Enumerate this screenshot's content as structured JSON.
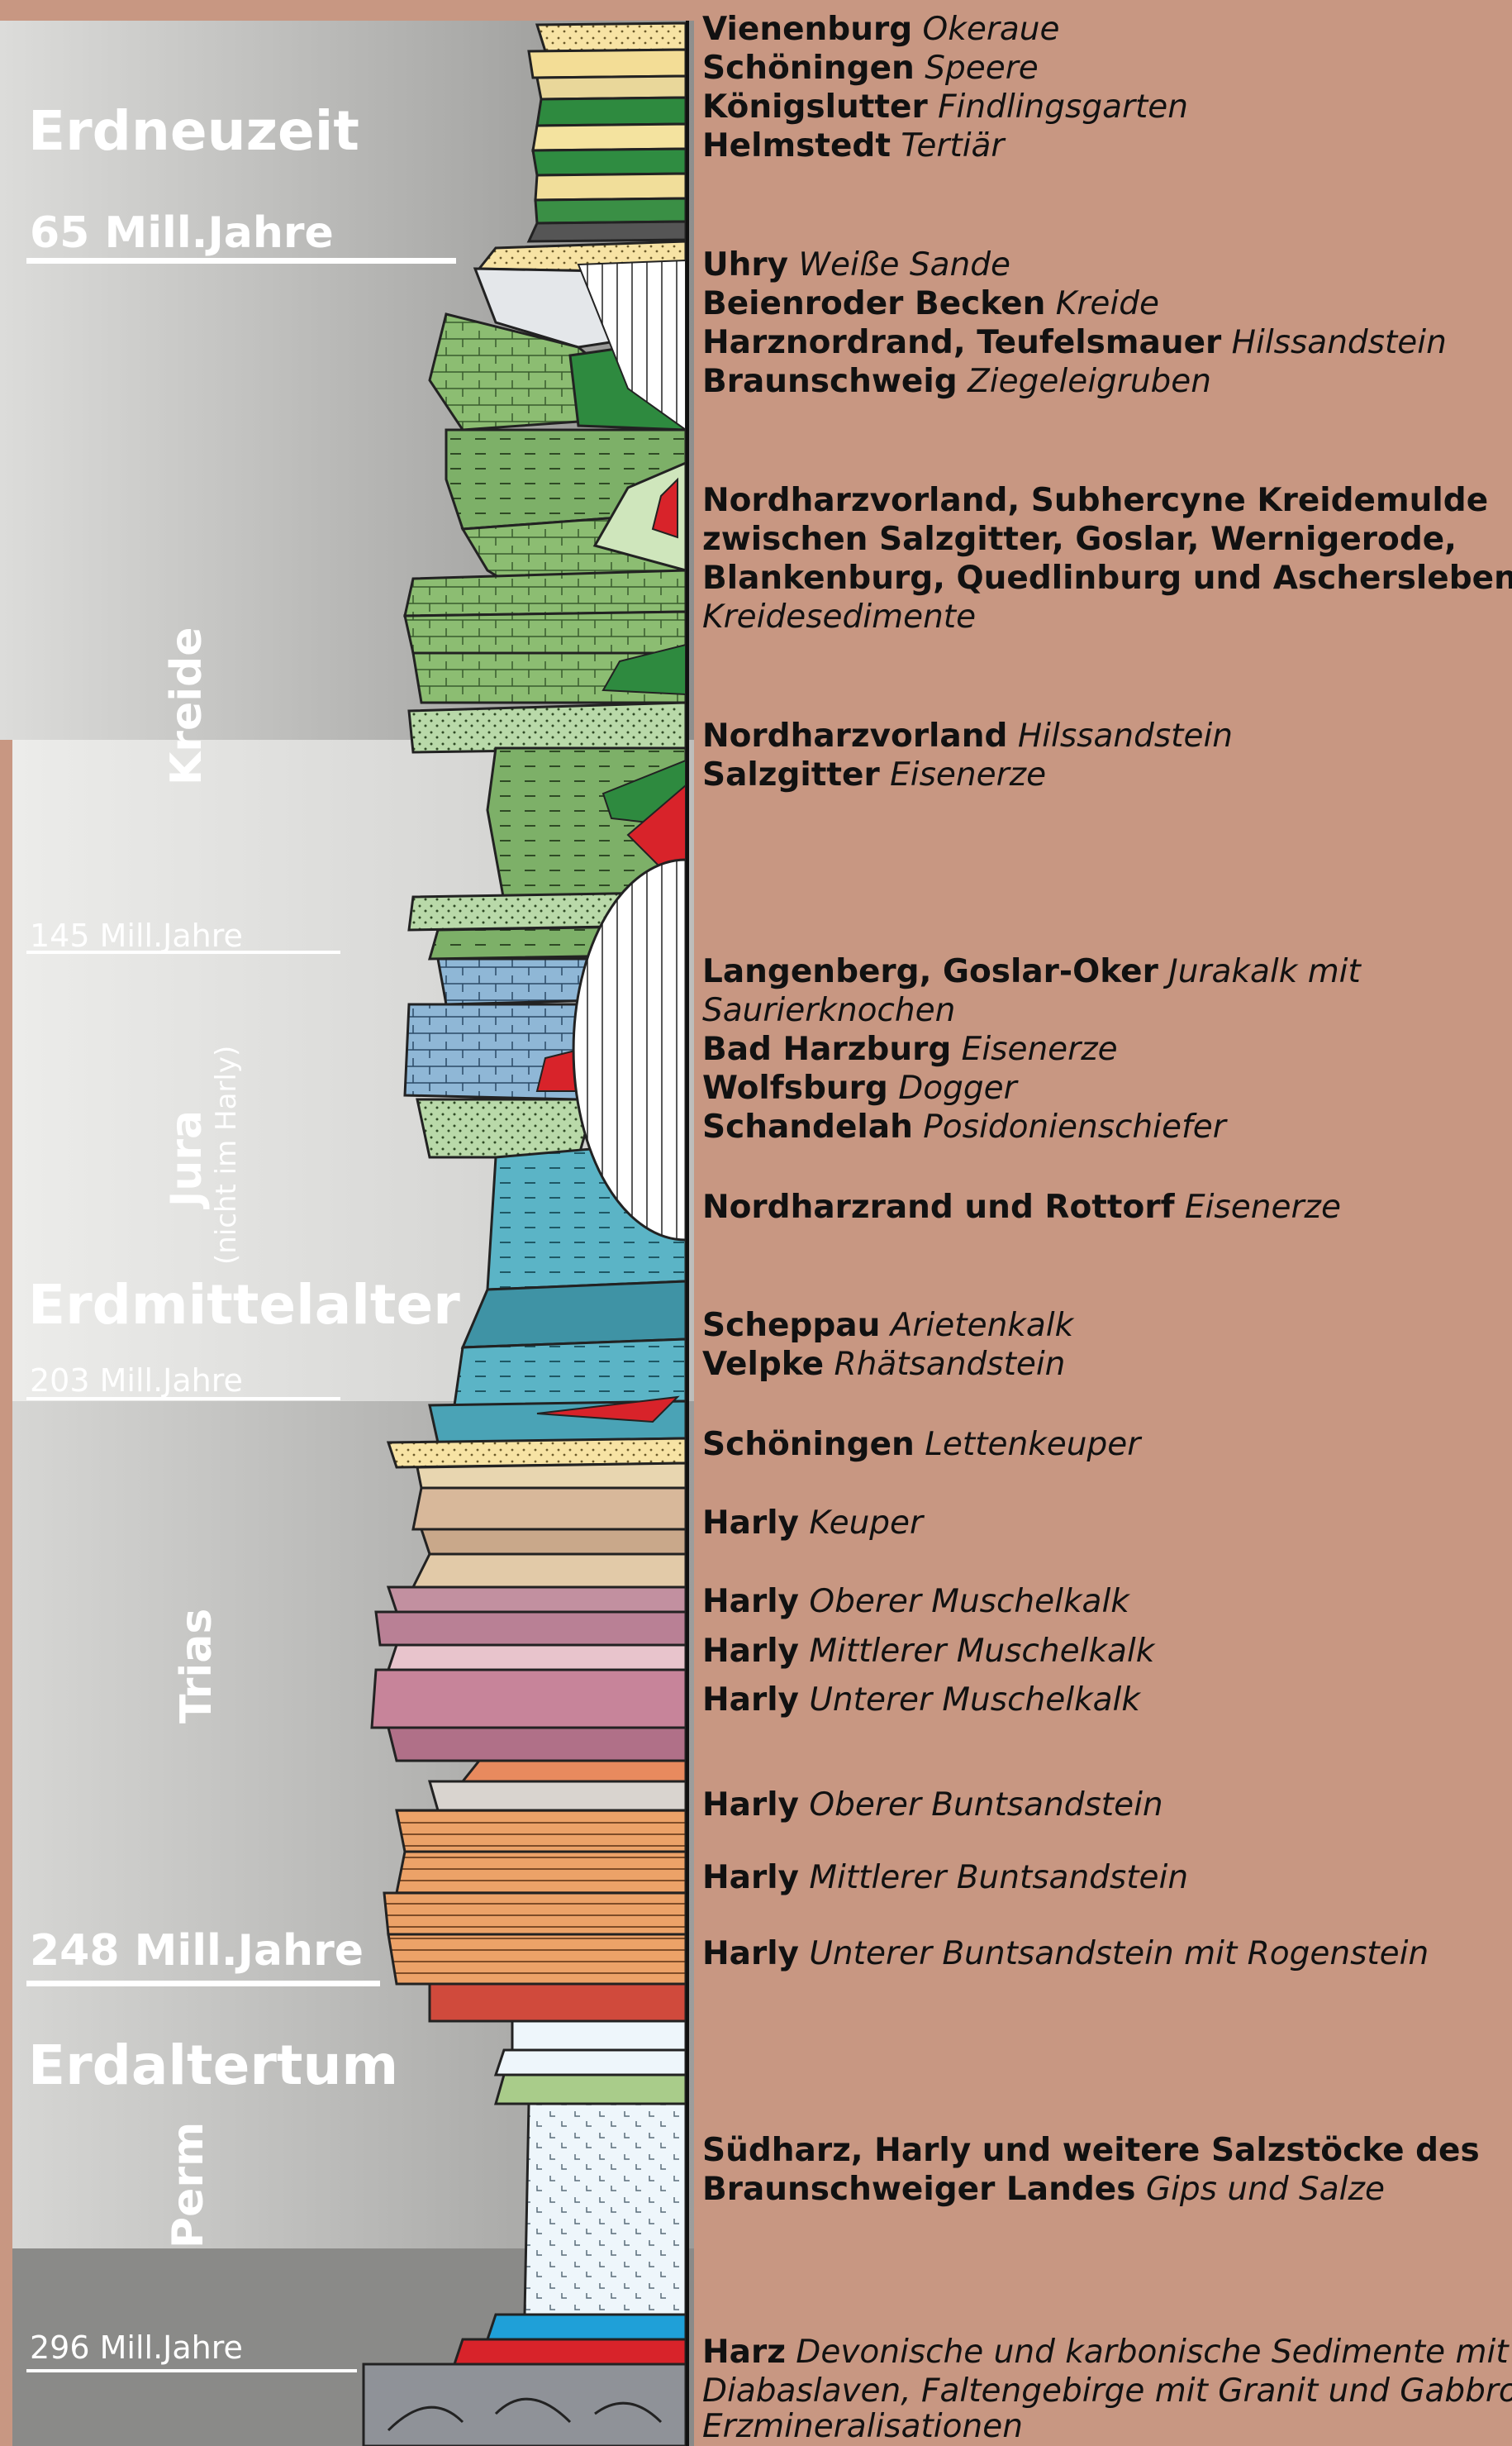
{
  "eras": [
    {
      "name": "Erdneuzeit",
      "id": "era-erdneuzeit"
    },
    {
      "name": "Erdmittelalter",
      "id": "era-erdmittelalter"
    },
    {
      "name": "Erdaltertum",
      "id": "era-erdaltertum"
    }
  ],
  "periods": [
    {
      "name": "Kreide"
    },
    {
      "name": "Jura",
      "note": "(nicht im Harly)"
    },
    {
      "name": "Trias"
    },
    {
      "name": "Perm"
    }
  ],
  "ticks": [
    {
      "label": "65 Mill.Jahre",
      "style": "bold"
    },
    {
      "label": "145 Mill.Jahre",
      "style": "thin"
    },
    {
      "label": "203 Mill.Jahre",
      "style": "thin"
    },
    {
      "label": "248 Mill.Jahre",
      "style": "bold"
    },
    {
      "label": "296 Mill.Jahre",
      "style": "thin"
    }
  ],
  "locations": [
    {
      "place": "Vienenburg",
      "desc": "Okeraue"
    },
    {
      "place": "Schöningen",
      "desc": "Speere"
    },
    {
      "place": "Königslutter",
      "desc": "Findlingsgarten"
    },
    {
      "place": "Helmstedt",
      "desc": "Tertiär"
    },
    {
      "place": "Uhry",
      "desc": "Weiße Sande"
    },
    {
      "place": "Beienroder Becken",
      "desc": "Kreide"
    },
    {
      "place": "Harznordrand, Teufelsmauer",
      "desc": "Hilssandstein"
    },
    {
      "place": "Braunschweig",
      "desc": "Ziegeleigruben"
    },
    {
      "place": "Nordharzvorland, Subhercyne Kreidemulde",
      "desc": ""
    },
    {
      "place": "zwischen Salzgitter, Goslar, Wernigerode,",
      "desc": ""
    },
    {
      "place": "Blankenburg, Quedlinburg und Aschersleben",
      "desc": ""
    },
    {
      "place": "",
      "desc": "Kreidesedimente"
    },
    {
      "place": "Nordharzvorland",
      "desc": "Hilssandstein"
    },
    {
      "place": "Salzgitter",
      "desc": "Eisenerze"
    },
    {
      "place": "Langenberg, Goslar-Oker",
      "desc": "Jurakalk mit"
    },
    {
      "place": "",
      "desc": "Saurierknochen"
    },
    {
      "place": "Bad Harzburg",
      "desc": "Eisenerze"
    },
    {
      "place": "Wolfsburg",
      "desc": "Dogger"
    },
    {
      "place": "Schandelah",
      "desc": "Posidonienschiefer"
    },
    {
      "place": "Nordharzrand und Rottorf",
      "desc": "Eisenerze"
    },
    {
      "place": "Scheppau",
      "desc": "Arietenkalk"
    },
    {
      "place": "Velpke",
      "desc": "Rhätsandstein"
    },
    {
      "place": "Schöningen",
      "desc": "Lettenkeuper"
    },
    {
      "place": "Harly",
      "desc": "Keuper"
    },
    {
      "place": "Harly",
      "desc": "Oberer Muschelkalk"
    },
    {
      "place": "Harly",
      "desc": "Mittlerer Muschelkalk"
    },
    {
      "place": "Harly",
      "desc": "Unterer Muschelkalk"
    },
    {
      "place": "Harly",
      "desc": "Oberer Buntsandstein"
    },
    {
      "place": "Harly",
      "desc": "Mittlerer Buntsandstein"
    },
    {
      "place": "Harly",
      "desc": "Unterer Buntsandstein mit Rogenstein"
    },
    {
      "place": "Südharz, Harly und weitere Salzstöcke des",
      "desc": ""
    },
    {
      "place": "Braunschweiger Landes",
      "desc": "Gips und Salze"
    },
    {
      "place": "Harz",
      "desc": "Devonische und karbonische Sedimente mit"
    },
    {
      "place": "",
      "desc": "Diabaslaven, Faltengebirge mit Granit und Gabbro,"
    },
    {
      "place": "",
      "desc": "Erzmineralisationen"
    }
  ],
  "colors": {
    "background": "#c89782",
    "panel_dark": "#8f8f8f",
    "panel_light": "#e6e6e4",
    "cretaceous_green": "#7fb26a",
    "jurassic_blue": "#5fb3c4",
    "triassic_orange": "#e8935c",
    "permian_white": "#eef6fb",
    "ore_red": "#d8232a"
  }
}
